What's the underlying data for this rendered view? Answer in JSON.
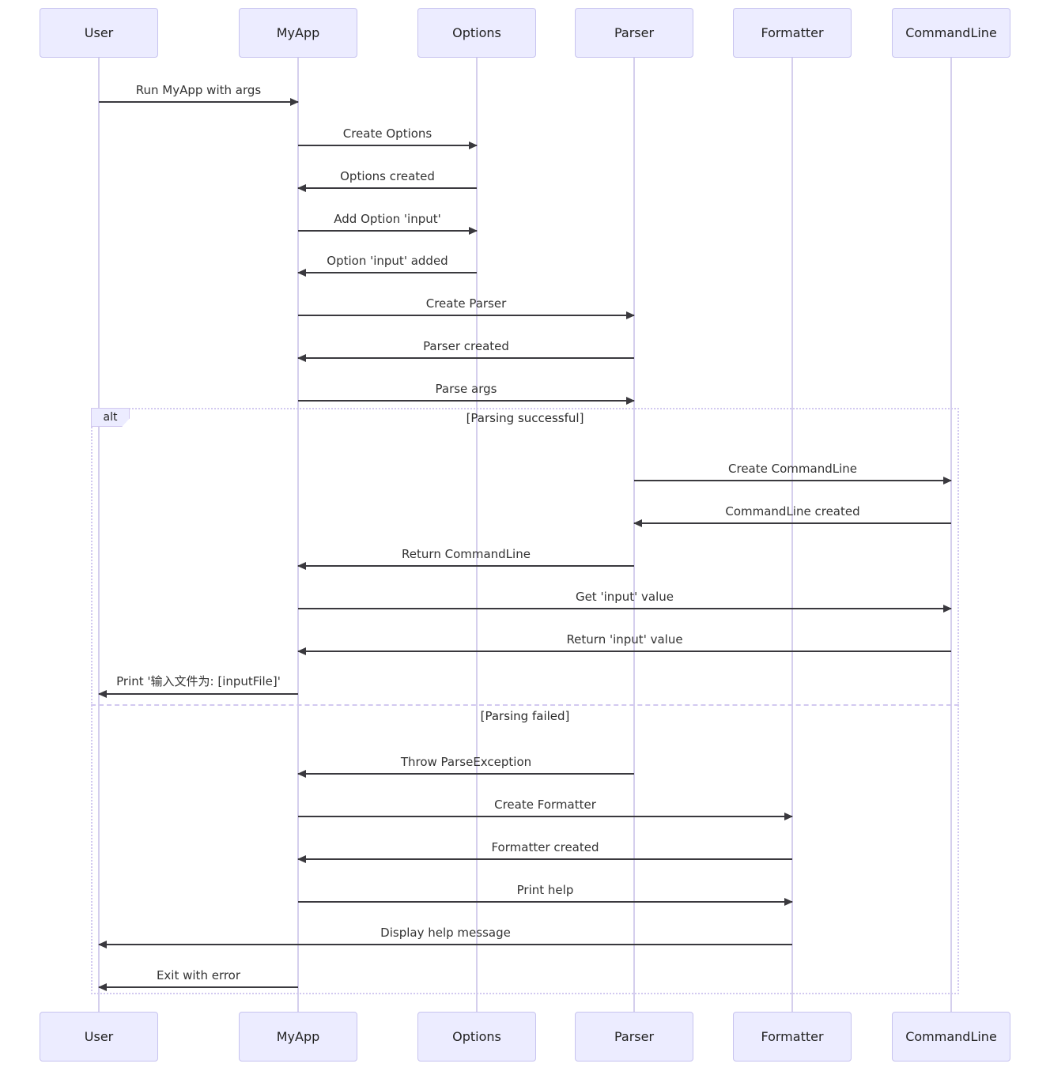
{
  "diagram": {
    "type": "sequence",
    "participants": [
      {
        "name": "User"
      },
      {
        "name": "MyApp"
      },
      {
        "name": "Options"
      },
      {
        "name": "Parser"
      },
      {
        "name": "Formatter"
      },
      {
        "name": "CommandLine"
      }
    ],
    "frame": {
      "operator": "alt",
      "sections": [
        {
          "condition": "[Parsing successful]",
          "message_indices": [
            8,
            9,
            10,
            11,
            12,
            13
          ]
        },
        {
          "condition": "[Parsing failed]",
          "message_indices": [
            14,
            15,
            16,
            17,
            18,
            19
          ]
        }
      ]
    },
    "messages": [
      {
        "from": "User",
        "to": "MyApp",
        "text": "Run MyApp with args"
      },
      {
        "from": "MyApp",
        "to": "Options",
        "text": "Create Options"
      },
      {
        "from": "Options",
        "to": "MyApp",
        "text": "Options created"
      },
      {
        "from": "MyApp",
        "to": "Options",
        "text": "Add Option 'input'"
      },
      {
        "from": "Options",
        "to": "MyApp",
        "text": "Option 'input' added"
      },
      {
        "from": "MyApp",
        "to": "Parser",
        "text": "Create Parser"
      },
      {
        "from": "Parser",
        "to": "MyApp",
        "text": "Parser created"
      },
      {
        "from": "MyApp",
        "to": "Parser",
        "text": "Parse args"
      },
      {
        "from": "Parser",
        "to": "CommandLine",
        "text": "Create CommandLine"
      },
      {
        "from": "CommandLine",
        "to": "Parser",
        "text": "CommandLine created"
      },
      {
        "from": "Parser",
        "to": "MyApp",
        "text": "Return CommandLine"
      },
      {
        "from": "MyApp",
        "to": "CommandLine",
        "text": "Get 'input' value"
      },
      {
        "from": "CommandLine",
        "to": "MyApp",
        "text": "Return 'input' value"
      },
      {
        "from": "MyApp",
        "to": "User",
        "text": "Print '输入文件为: [inputFile]'"
      },
      {
        "from": "Parser",
        "to": "MyApp",
        "text": "Throw ParseException"
      },
      {
        "from": "MyApp",
        "to": "Formatter",
        "text": "Create Formatter"
      },
      {
        "from": "Formatter",
        "to": "MyApp",
        "text": "Formatter created"
      },
      {
        "from": "MyApp",
        "to": "Formatter",
        "text": "Print help"
      },
      {
        "from": "Formatter",
        "to": "User",
        "text": "Display help message"
      },
      {
        "from": "MyApp",
        "to": "User",
        "text": "Exit with error"
      }
    ],
    "colors": {
      "participant_fill": "#ececff",
      "participant_border": "#c7c3ef",
      "lifeline": "#d5cfed",
      "frame_border": "#d2c9f0",
      "arrow": "#3a393e",
      "text": "#333333"
    }
  }
}
